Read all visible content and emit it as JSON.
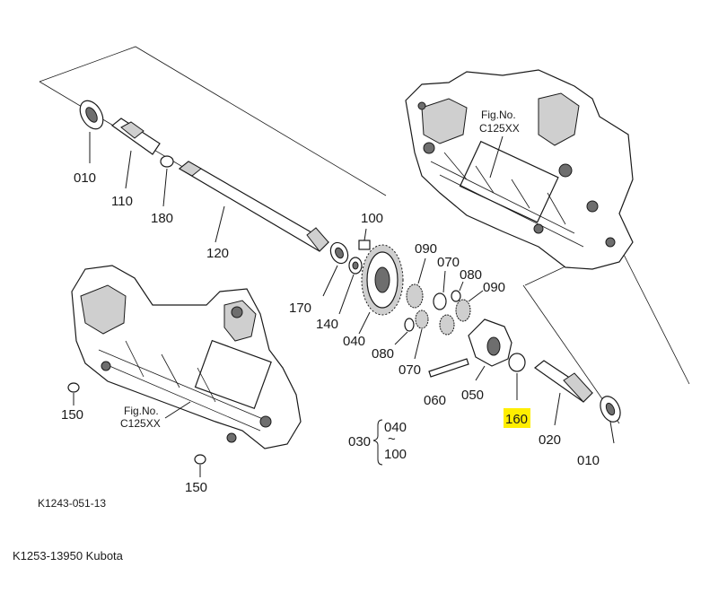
{
  "labels": {
    "p010a": "010",
    "p110": "110",
    "p180": "180",
    "p120": "120",
    "p100": "100",
    "p090a": "090",
    "p070a": "070",
    "p080a": "080",
    "p090b": "090",
    "p170": "170",
    "p140": "140",
    "p040": "040",
    "p080b": "080",
    "p070b": "070",
    "p060": "060",
    "p050": "050",
    "p160": "160",
    "p020": "020",
    "p010b": "010",
    "p150a": "150",
    "p150b": "150",
    "p030": "030",
    "g040": "040",
    "g100": "100",
    "tilde": "~"
  },
  "fig_refs": {
    "upper_line1": "Fig.No.",
    "upper_line2": "C125XX",
    "lower_line1": "Fig.No.",
    "lower_line2": "C125XX"
  },
  "drawing_code": "K1243-051-13",
  "caption": "K1253-13950 Kubota",
  "colors": {
    "highlight": "#ffee00",
    "line": "#1a1a1a"
  }
}
